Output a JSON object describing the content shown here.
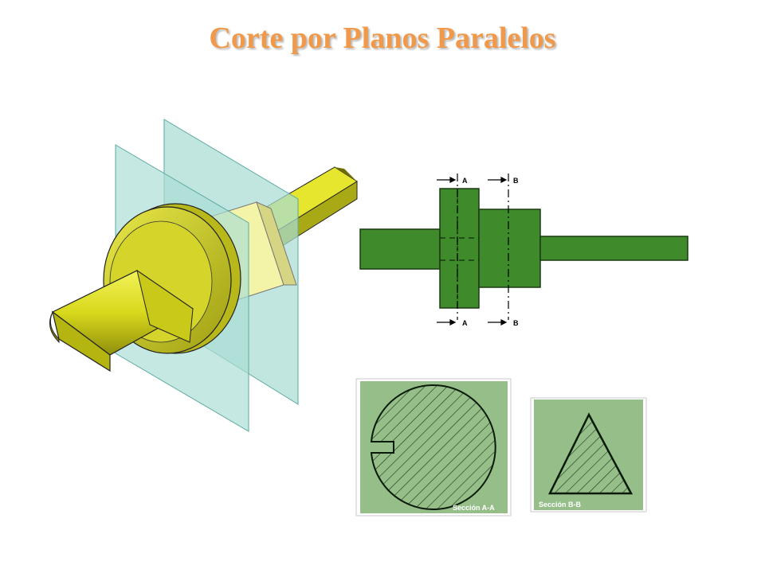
{
  "title": "Corte por Planos Paralelos",
  "section_markers": {
    "a_top": "A",
    "b_top": "B",
    "a_bottom": "A",
    "b_bottom": "B"
  },
  "section_views": {
    "aa_label": "Sección A-A",
    "bb_label": "Sección B-B"
  },
  "colors": {
    "title": "#f0994a",
    "elevation_fill": "#3f8a2a",
    "section_background": "#96be89",
    "shaft_yellow": "#d9d91a",
    "plane_glass": "#a9ddd4"
  }
}
